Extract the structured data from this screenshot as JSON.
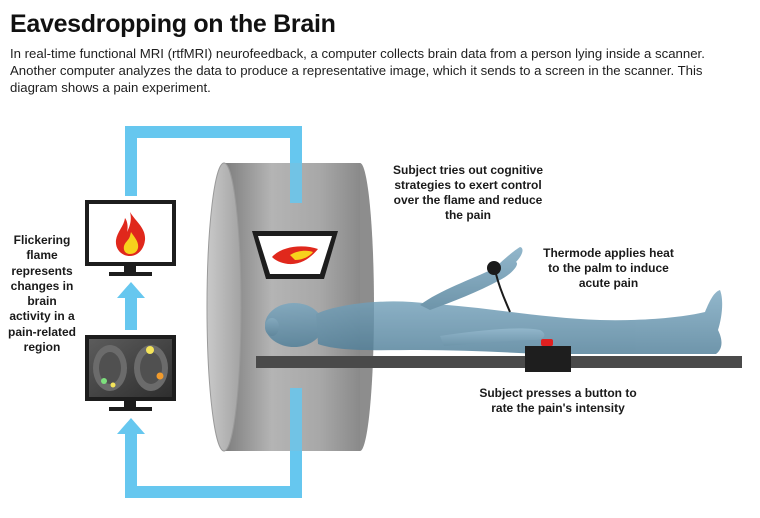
{
  "header": {
    "title": "Eavesdropping on the Brain",
    "intro": "In real-time functional MRI (rtfMRI) neurofeedback, a computer collects brain data from a person lying inside a scanner. Another computer analyzes the data to produce a representative image, which it sends to a screen in the scanner. This diagram shows a pain experiment."
  },
  "labels": {
    "flickering_flame": "Flickering flame represents changes in brain activity in a pain-related region",
    "subject_tries": "Subject tries out cognitive strategies to exert control over the flame and reduce the pain",
    "thermode": "Thermode applies heat to the palm to induce acute pain",
    "button": "Subject presses a button to rate the pain's intensity"
  },
  "colors": {
    "flow_arrow": "#66c7ef",
    "scanner": "#9a9a9a",
    "body_fill": "#5f8fa9",
    "flame_red": "#e0281c",
    "flame_yellow": "#f7d21c",
    "button_red": "#e02020"
  }
}
